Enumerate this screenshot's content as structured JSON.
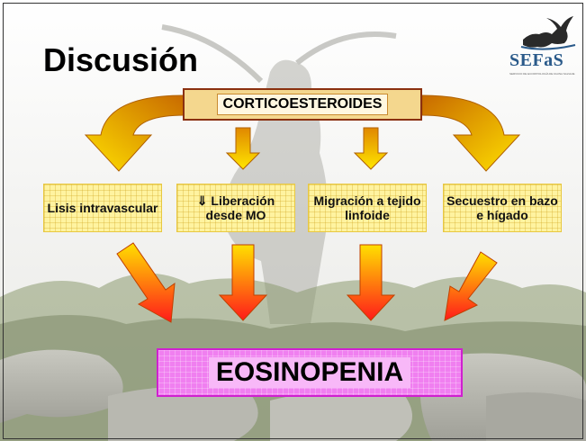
{
  "slide": {
    "title": "Discusión",
    "logo": {
      "text": "SEFaS",
      "subtitle": "SERVICIO DE ECOPATOLOGÍA DE FAUNA SALVAJE"
    },
    "main_label": "CORTICOESTEROIDES",
    "effects": [
      {
        "label": "Lisis intravascular"
      },
      {
        "label": "⇓ Liberación desde MO"
      },
      {
        "label": "Migración a tejido linfoide"
      },
      {
        "label": "Secuestro en bazo e hígado"
      }
    ],
    "result_label": "EOSINOPENIA"
  },
  "colors": {
    "arrow_orange": "#e89000",
    "arrow_yellow": "#ffe000",
    "arrow_red": "#ff2020",
    "effect_box_fill": "#fff3a0",
    "result_box_fill": "#f07ff0"
  },
  "icons": [
    "ibex-logo-icon"
  ]
}
